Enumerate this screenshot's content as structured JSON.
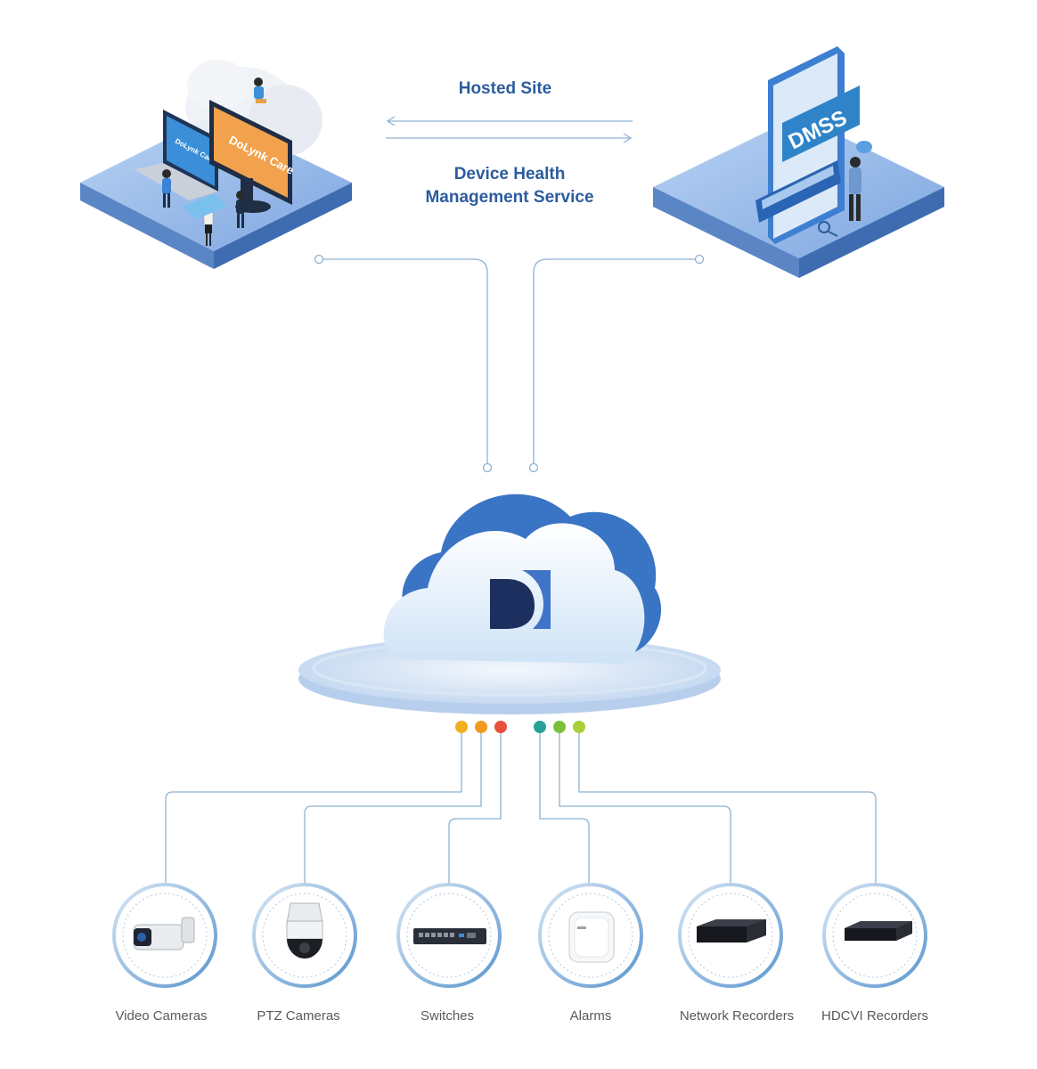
{
  "arrows": {
    "top_label": "Hosted Site",
    "bottom_label_line1": "Device Health",
    "bottom_label_line2": "Management Service"
  },
  "left_platform": {
    "screen_brand_large": "DoLynk Care",
    "screen_brand_small": "DoLynk Care"
  },
  "right_platform": {
    "app_name": "DMSS"
  },
  "devices": [
    {
      "label": "Video Cameras",
      "icon": "bullet-camera-icon"
    },
    {
      "label": "PTZ Cameras",
      "icon": "ptz-camera-icon"
    },
    {
      "label": "Switches",
      "icon": "network-switch-icon"
    },
    {
      "label": "Alarms",
      "icon": "alarm-hub-icon"
    },
    {
      "label": "Network Recorders",
      "icon": "nvr-icon"
    },
    {
      "label": "HDCVI Recorders",
      "icon": "dvr-icon"
    }
  ],
  "colors": {
    "accent": "#2c5c9e",
    "line": "#8fb2d0",
    "status_dots": [
      "#f2b01e",
      "#f29a1e",
      "#e8503a",
      "#2aa198",
      "#7cbf3a",
      "#a8cf3a"
    ]
  }
}
